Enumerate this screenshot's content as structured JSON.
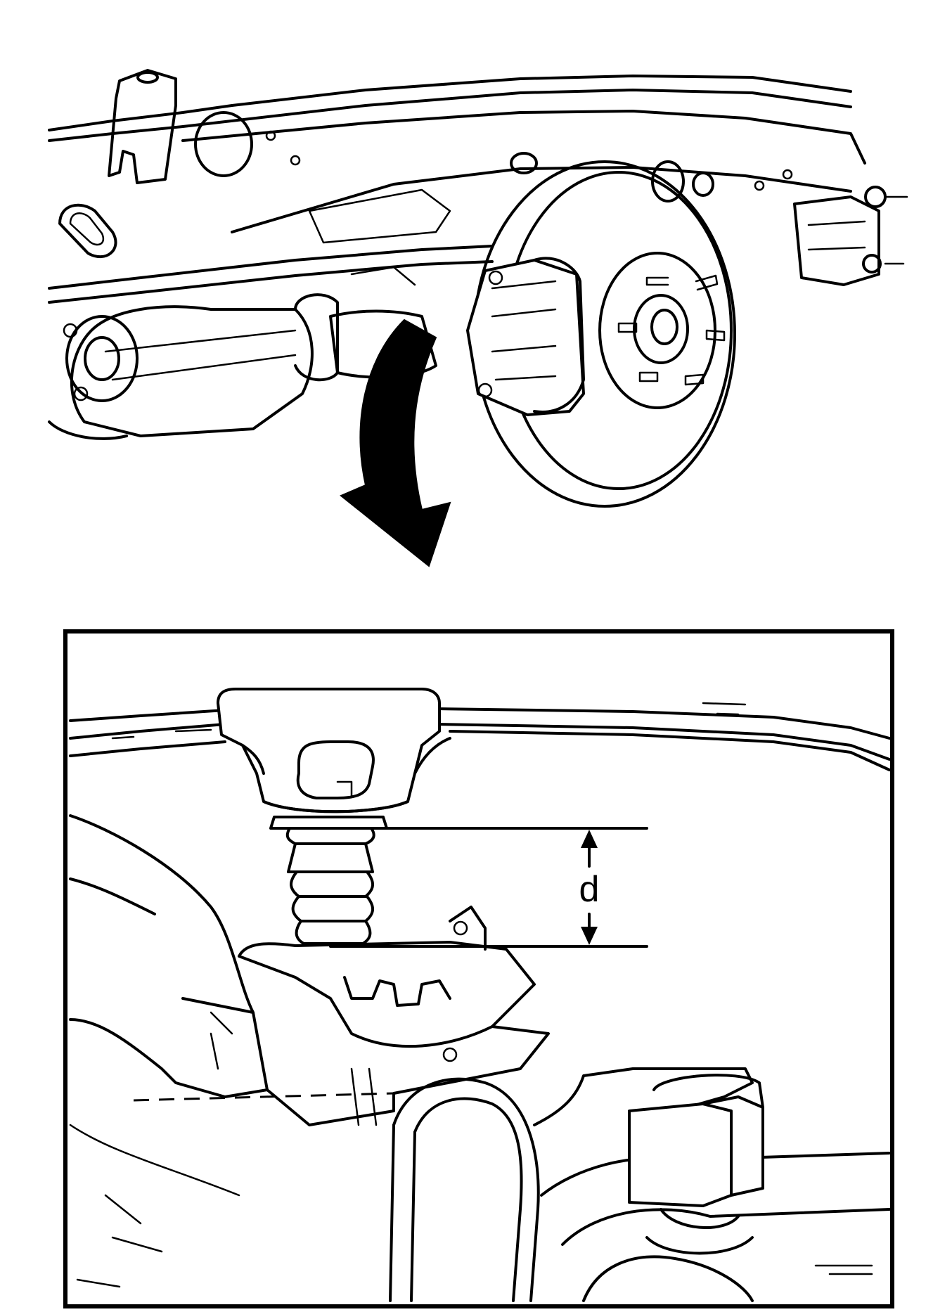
{
  "figure": {
    "dimension_label": "d",
    "colors": {
      "ink": "#000000",
      "paper": "#ffffff"
    },
    "parts": [
      "frame-rail",
      "rear-axle-housing",
      "brake-rotor",
      "brake-caliper",
      "wheel-hub",
      "jounce-bumper",
      "bumper-bracket",
      "axle-bump-pad"
    ]
  }
}
